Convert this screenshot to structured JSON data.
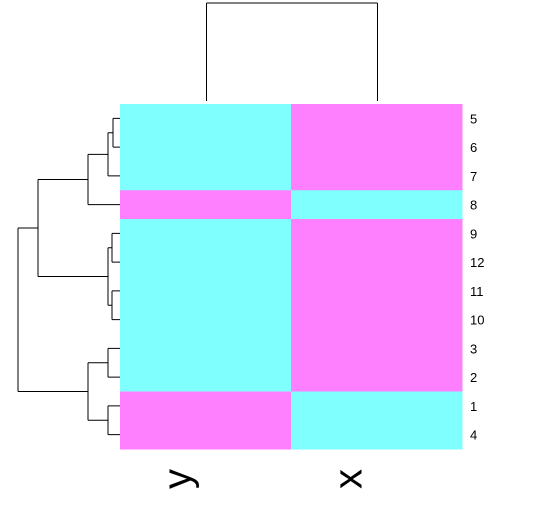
{
  "chart_data": {
    "type": "heatmap",
    "title": "",
    "xlabel": "",
    "ylabel": "",
    "columns": [
      "y",
      "x"
    ],
    "rows": [
      "5",
      "6",
      "7",
      "8",
      "9",
      "12",
      "11",
      "10",
      "3",
      "2",
      "1",
      "4"
    ],
    "values": [
      [
        1,
        0
      ],
      [
        1,
        0
      ],
      [
        1,
        0
      ],
      [
        0,
        1
      ],
      [
        1,
        0
      ],
      [
        1,
        0
      ],
      [
        1,
        0
      ],
      [
        1,
        0
      ],
      [
        1,
        0
      ],
      [
        1,
        0
      ],
      [
        0,
        1
      ],
      [
        0,
        1
      ]
    ],
    "colors": {
      "high": "#80FFFF",
      "low": "#FF80FF"
    },
    "column_dendrogram": true,
    "row_dendrogram": true,
    "row_label_position": "right",
    "column_label_position": "bottom"
  }
}
